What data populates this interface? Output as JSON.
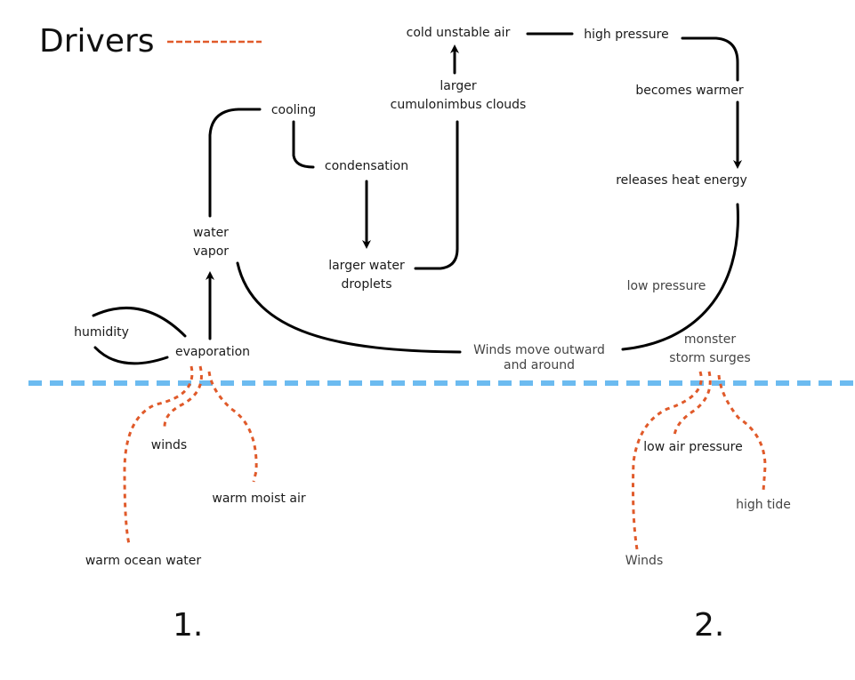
{
  "legend": {
    "title": "Drivers",
    "line_style": "dashed",
    "line_color": "#e05a2a"
  },
  "colors": {
    "flow_line": "#000000",
    "driver_line": "#e05a2a",
    "sea_level_line": "#6cbbf0",
    "text_dark": "#1a1a1a",
    "text_gray": "#444444"
  },
  "nodes": {
    "cold_unstable_air": "cold unstable air",
    "high_pressure": "high pressure",
    "becomes_warmer": "becomes warmer",
    "releases_heat_energy": "releases heat energy",
    "larger_cumulonimbus_clouds": [
      "larger",
      "cumulonimbus clouds"
    ],
    "cooling": "cooling",
    "condensation": "condensation",
    "larger_water_droplets": [
      "larger water",
      "droplets"
    ],
    "water_vapor": [
      "water",
      "vapor"
    ],
    "humidity": "humidity",
    "evaporation": "evaporation",
    "winds_move_outward": [
      "Winds move outward",
      "and around"
    ],
    "low_pressure": "low pressure",
    "monster_storm_surges": [
      "monster",
      "storm surges"
    ]
  },
  "drivers_1": {
    "label": "1.",
    "items": [
      "winds",
      "warm moist air",
      "warm ocean water"
    ]
  },
  "drivers_2": {
    "label": "2.",
    "items": [
      "low air pressure",
      "high tide",
      "Winds"
    ]
  },
  "edges": [
    {
      "from": "larger_cumulonimbus_clouds",
      "to": "cold_unstable_air",
      "arrow": true
    },
    {
      "from": "cold_unstable_air",
      "to": "high_pressure",
      "arrow": false
    },
    {
      "from": "high_pressure",
      "to": "becomes_warmer",
      "arrow": false
    },
    {
      "from": "becomes_warmer",
      "to": "releases_heat_energy",
      "arrow": true
    },
    {
      "from": "releases_heat_energy",
      "to": "winds_move_outward",
      "arrow": false
    },
    {
      "from": "winds_move_outward",
      "to": "water_vapor",
      "arrow": false
    },
    {
      "from": "water_vapor",
      "to": "cooling",
      "arrow": false
    },
    {
      "from": "cooling",
      "to": "condensation",
      "arrow": false
    },
    {
      "from": "condensation",
      "to": "larger_water_droplets",
      "arrow": true
    },
    {
      "from": "larger_water_droplets",
      "to": "larger_cumulonimbus_clouds",
      "arrow": false
    },
    {
      "from": "evaporation",
      "to": "water_vapor",
      "arrow": true
    },
    {
      "from": "evaporation",
      "to": "humidity",
      "arrow": false
    }
  ]
}
